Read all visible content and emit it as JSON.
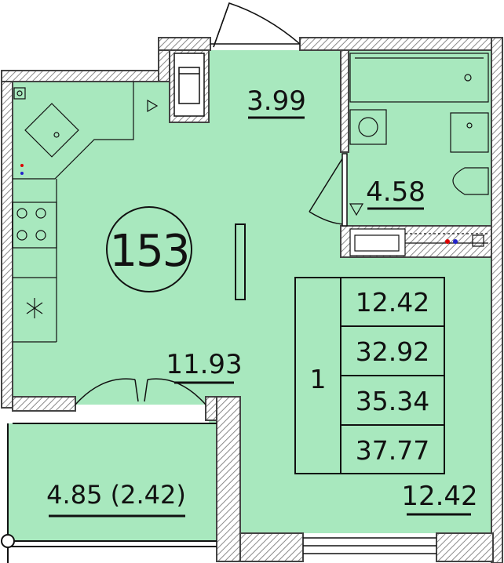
{
  "plan": {
    "apartment_number": "153",
    "rooms": {
      "hall": "3.99",
      "bathroom": "4.58",
      "kitchen": "11.93",
      "balcony": "4.85 (2.42)",
      "living": "12.42"
    },
    "summary": {
      "room_count": "1",
      "values": [
        "12.42",
        "32.92",
        "35.34",
        "37.77"
      ]
    },
    "colors": {
      "floor": "#a8e8be",
      "wall": "#444444",
      "hatch": "#9a9a9a",
      "line": "#111111"
    }
  }
}
